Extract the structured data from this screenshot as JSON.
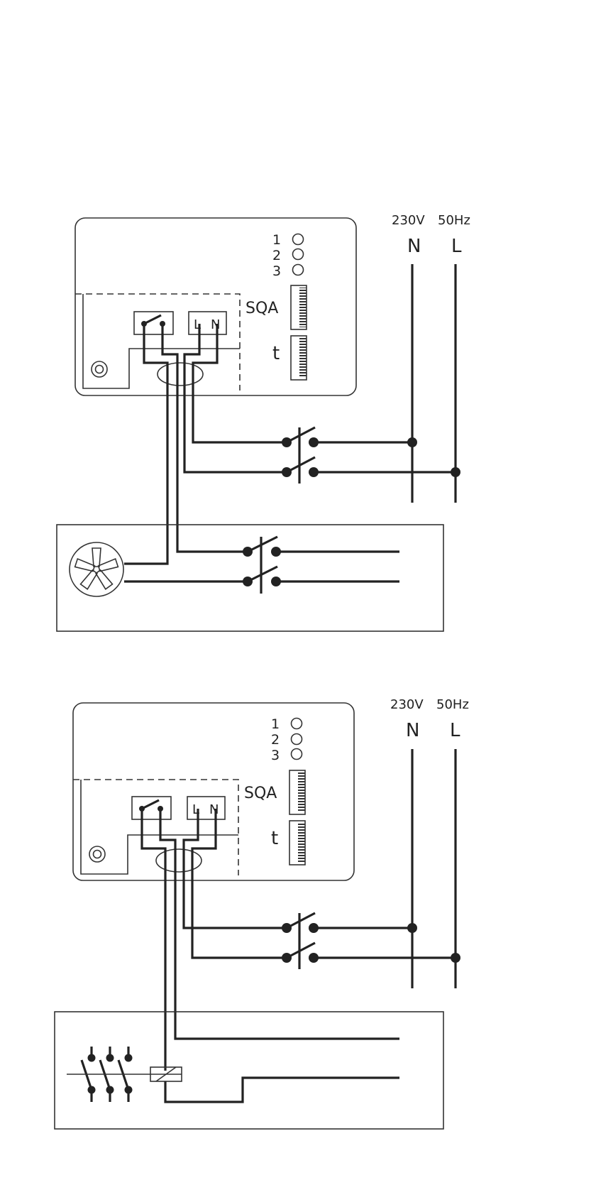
{
  "diagrams": [
    {
      "supply": {
        "voltage": "230V",
        "frequency": "50Hz",
        "neutral": "N",
        "line": "L"
      },
      "controller": {
        "speeds": [
          "1",
          "2",
          "3"
        ],
        "sqa_label": "SQA",
        "timer_label": "t",
        "terminal_L": "L",
        "terminal_N": "N"
      },
      "load": "fan-motor"
    },
    {
      "supply": {
        "voltage": "230V",
        "frequency": "50Hz",
        "neutral": "N",
        "line": "L"
      },
      "controller": {
        "speeds": [
          "1",
          "2",
          "3"
        ],
        "sqa_label": "SQA",
        "timer_label": "t",
        "terminal_L": "L",
        "terminal_N": "N"
      },
      "load": "contactor"
    }
  ]
}
